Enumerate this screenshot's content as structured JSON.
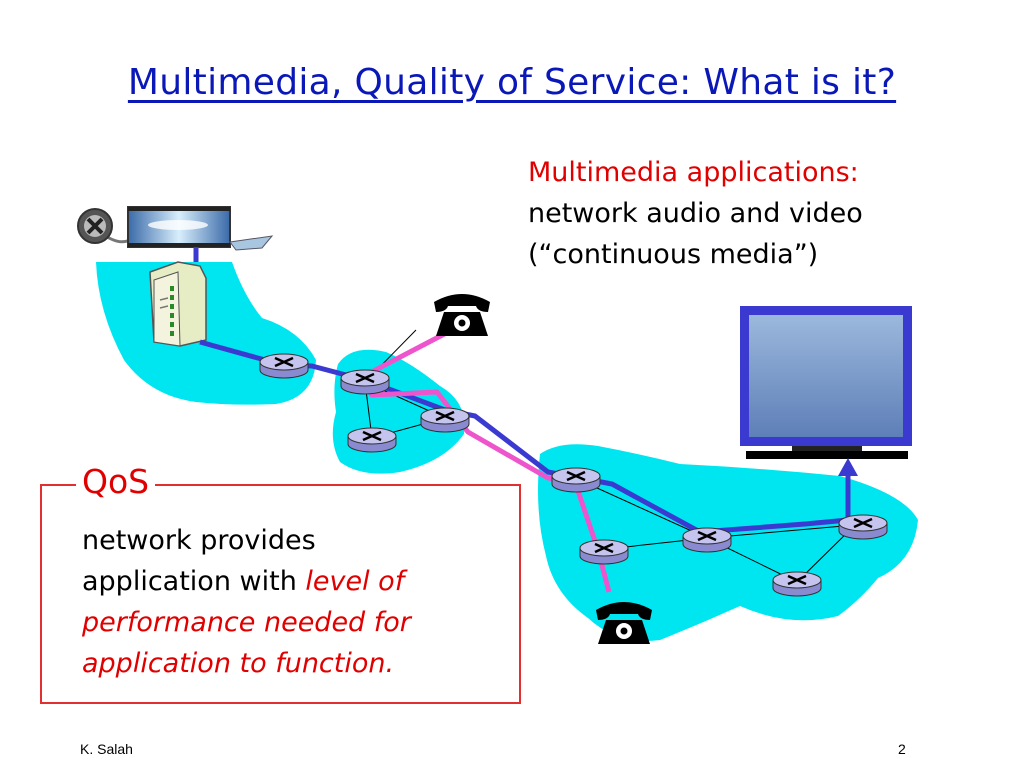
{
  "slide": {
    "title": "Multimedia, Quality of Service: What is it?",
    "page_number": "2",
    "author": "K. Salah"
  },
  "multimedia": {
    "heading": "Multimedia applications:",
    "line1": "network audio and video",
    "line2": "(“continuous media”)"
  },
  "qos": {
    "label": "QoS",
    "line1": "network provides",
    "line2_plain": "application with ",
    "line2_italic": "level of",
    "line3": "performance needed for",
    "line4": "application to function."
  },
  "colors": {
    "title": "#0b18b8",
    "highlight": "#e00000",
    "cloud": "#00e6f0",
    "path_blue": "#3a3ad0",
    "path_pink": "#ee55cc",
    "router": "#b8b8e8"
  },
  "icons": [
    "film-reel-icon",
    "server-icon",
    "router-icon",
    "telephone-icon",
    "monitor-icon"
  ]
}
